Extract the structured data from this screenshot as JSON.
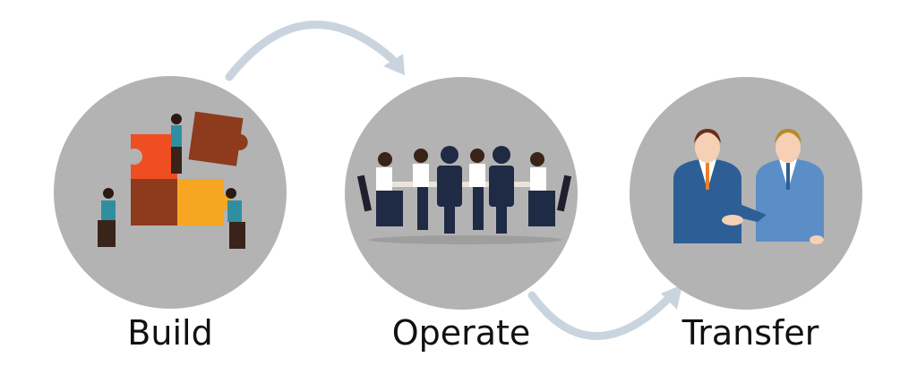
{
  "steps": [
    {
      "label": "Build",
      "icon": "puzzle-builders-icon"
    },
    {
      "label": "Operate",
      "icon": "meeting-table-icon"
    },
    {
      "label": "Transfer",
      "icon": "handshake-icon"
    }
  ],
  "colors": {
    "circle": "#b3b3b3",
    "arrow": "#c9d4de"
  }
}
